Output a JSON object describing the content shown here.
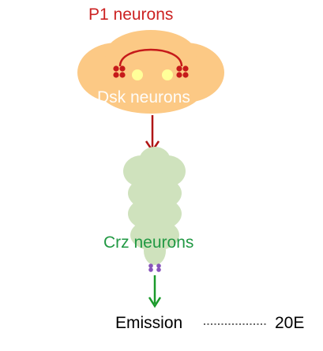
{
  "labels": {
    "p1": "P1 neurons",
    "dsk": "Dsk neurons",
    "crz": "Crz neurons",
    "emission": "Emission",
    "hormone": "20E"
  },
  "colors": {
    "p1_text": "#cc2222",
    "dsk_text": "#ffffff",
    "crz_text": "#229944",
    "brain": "#fcc985",
    "ganglion": "#cfe2bd",
    "p1_neuron": "#c61a1a",
    "dsk_neuron": "#ffff99",
    "crz_neuron": "#8855bb",
    "arrow_red": "#b01515",
    "arrow_green": "#1a9a2a",
    "dotted_line": "#666666"
  }
}
